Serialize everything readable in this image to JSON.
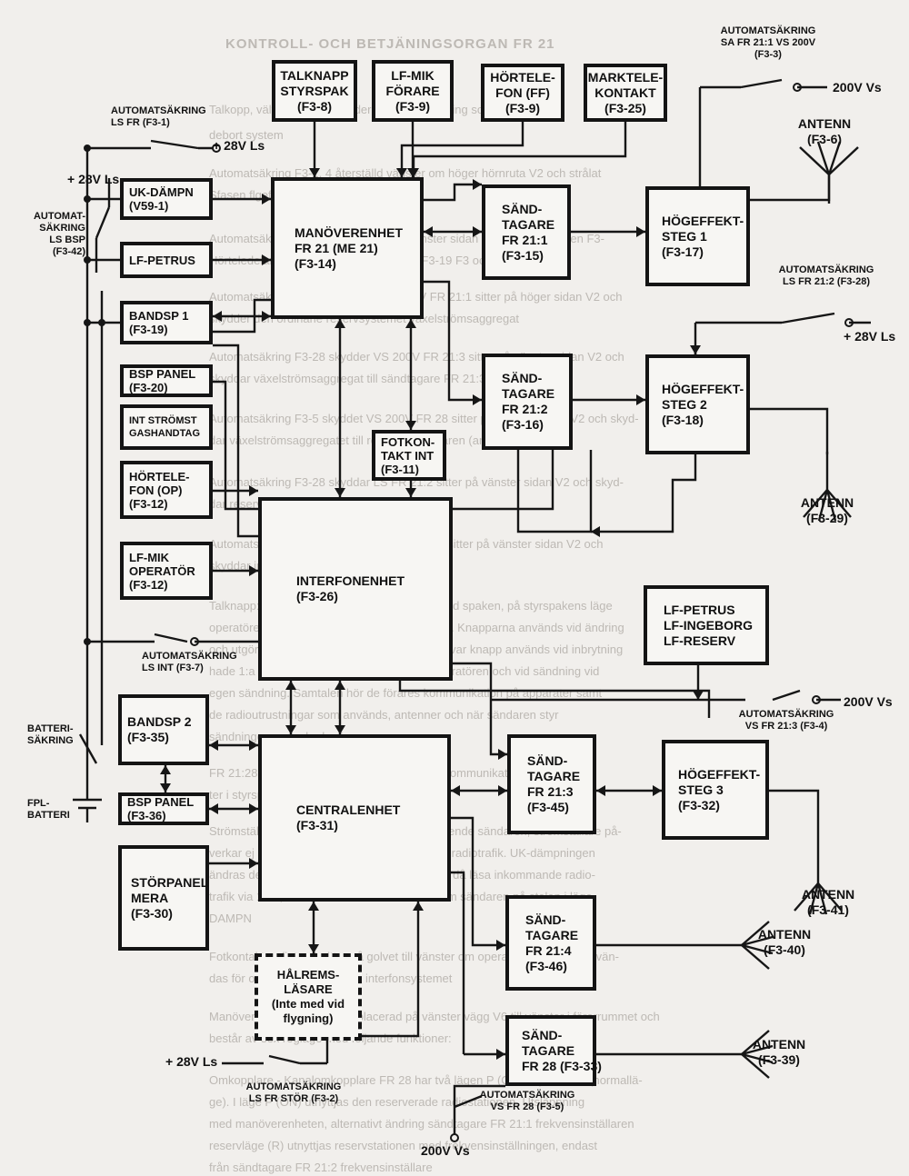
{
  "background_text": [
    "KONTROLL- OCH BETJÄNINGSORGAN FR 21",
    "Talkopp, vältare (ikonlyssbaderspo) och hetjäning som finns på till-",
    "debort system",
    "Automatsäkring F3-1, 4 återställd vänster om höger hörnruta V2 och strålat",
    "Sfasen flgeforskingsnetforst",
    "Automatsäkring F3-2 startar ström på vänster sidan och till kraftpanelen F3-",
    "Hörteledelarens utöver 1 brom V1 längs F3-19 F3 och",
    "Automatsäkring F3-3 skvitter F3 VS 200V FR 21:1 sitter på höger sidan V2 och",
    "skydder den ordinarie reservsystemet växelströmsaggregat",
    "Automatsäkring F3-28 skydder VS 200V FR 21:3 sitter på vänster sidan V2 och",
    "skyddar växelströmsaggregat till sändtagare FR 21:3 (reservfunktion)",
    "Automatsäkring F3-5 skyddet VS 200V FR 28 sitter på vänster sidan V2 och skyd-",
    "dar växelströmsaggregatet till reservsändtagaren (andet 1:3)",
    "Automatsäkring F3-28 skyddar LS FR 21:2 sitter på vänster sidan V2 och skyd-",
    "dar reservsystemet",
    "Automatsäkring F3-7 skyddet LS INTERFON sitter på vänster sidan V2 och",
    "skyddar interfonsystemet och strömställare",
    "Talknapp: Förarens talknapp (SM-knapp) V1 vid spaken, på styrspakens läge",
    "operatörens talknapp sitter på interfonenheten. Knapparna används vid ändring",
    "och utgörs av tryckknappar med åter-fjädring, var knapp används vid inbrytning",
    "hade 1:a långe sändning på vald kanal för operatören och vid sändning vid",
    "egen sändning. Samtalen hör de förares kommunikation på apparater samt",
    "de radioutrustningar som används, antenner och när sändaren styr",
    "sändningen av tankade vissa",
    "FR 21:28 STP Strömställaren används för talkommunikation, talknapp sit-",
    "ter i styrspaken",
    "Strömställaren V väljs för UK-dämpning, fristående sändaren, strömställare på-",
    "verkar ej sändarens. Till dämpar inkommande radiotrafik. UK-dämpningen",
    "ändras de är väljs ifrån fästet. Operatören kan då läsa inkommande radio-",
    "trafik via 12 V, det sändaren från sändaren som sändaren på stolen i läge",
    "DAMPN",
    "Fotkontakten (intern) sitter på golvet till vänster om operatören och kan använ-",
    "das för operatörens kopple in interfonsystemet",
    "Manöverenheten (F3-14) är placerad på vänster vägg V6 till vänster i förarrummet och",
    "består av sex reglage med följande funktioner:",
    "Omkopplare - Kanalomkopplare FR 28 har två lägen P (ON respektive A (normallä-",
    "ge). I läge P (ON) utnyttjas den reserverade radiostationen. Utsläppning",
    "med manöverenheten, alternativt ändring sändtagare FR 21:1 frekvensinställaren",
    "reservläge (R) utnyttjas reservstationen med frekvensinställningen, endast",
    "från sändtagare FR 21:2 frekvensinställare"
  ],
  "blocks": {
    "talknapp": [
      "TALKNAPP",
      "STYRSPAK",
      "(F3-8)"
    ],
    "lfmik_forare": [
      "LF-MIK",
      "FÖRARE",
      "(F3-9)"
    ],
    "hortelefon_ff": [
      "HÖRTELE-",
      "FON (FF)",
      "(F3-9)"
    ],
    "marktelekontakt": [
      "MARKTELE-",
      "KONTAKT",
      "(F3-25)"
    ],
    "uk_dampn": [
      "UK-DÄMPN",
      "(V59-1)"
    ],
    "lf_petrus": [
      "LF-PETRUS"
    ],
    "manoverenhet": [
      "MANÖVERENHET",
      "FR 21 (ME 21)",
      "(F3-14)"
    ],
    "sandtagare_1": [
      "SÄND-",
      "TAGARE",
      "FR 21:1",
      "(F3-15)"
    ],
    "hogeffektsteg_1": [
      "HÖGEFFEKT-",
      "STEG 1",
      "(F3-17)"
    ],
    "bandsp_1": [
      "BANDSP 1",
      "(F3-19)"
    ],
    "bsp_panel_1": [
      "BSP PANEL",
      "(F3-20)"
    ],
    "int_stromst": [
      "INT STRÖMST",
      "GASHANDTAG"
    ],
    "sandtagare_2": [
      "SÄND-",
      "TAGARE",
      "FR 21:2",
      "(F3-16)"
    ],
    "hogeffektsteg_2": [
      "HÖGEFFEKT-",
      "STEG 2",
      "(F3-18)"
    ],
    "fotkontakt": [
      "FOTKON-",
      "TAKT INT",
      "(F3-11)"
    ],
    "hortelefon_op": [
      "HÖRTELE-",
      "FON (OP)",
      "(F3-12)"
    ],
    "lfmik_operator": [
      "LF-MIK",
      "OPERATÖR",
      "(F3-12)"
    ],
    "interfonenhet": [
      "INTERFONENHET",
      "(F3-26)"
    ],
    "lf_petrus_group": [
      "LF-PETRUS",
      "LF-INGEBORG",
      "LF-RESERV"
    ],
    "bandsp_2": [
      "BANDSP 2",
      "(F3-35)"
    ],
    "bsp_panel_2": [
      "BSP PANEL",
      "(F3-36)"
    ],
    "storpanel": [
      "STÖRPANEL",
      "MERA",
      "(F3-30)"
    ],
    "centralenhet": [
      "CENTRALENHET",
      "(F3-31)"
    ],
    "sandtagare_3": [
      "SÄND-",
      "TAGARE",
      "FR 21:3",
      "(F3-45)"
    ],
    "hogeffektsteg_3": [
      "HÖGEFFEKT-",
      "STEG 3",
      "(F3-32)"
    ],
    "sandtagare_4": [
      "SÄND-",
      "TAGARE",
      "FR 21:4",
      "(F3-46)"
    ],
    "halremslasare": [
      "HÅLREMS-",
      "LÄSARE",
      "(Inte med vid",
      "flygning)"
    ],
    "sandtagare_fr28": [
      "SÄND-",
      "TAGARE",
      "FR 28 (F3-33)"
    ]
  },
  "labels": {
    "auto_sa_fr21_1": [
      "AUTOMATSÄKRING",
      "SA FR 21:1 VS 200V",
      "(F3-3)"
    ],
    "v200_top": "200V Vs",
    "antenn_f3_6": [
      "ANTENN",
      "(F3-6)"
    ],
    "auto_ls_fr_f3_1": [
      "AUTOMATSÄKRING",
      "LS FR (F3-1)"
    ],
    "v28_top": "+ 28V Ls",
    "v28_left": "+ 28V Ls",
    "auto_ls_bsp": [
      "AUTOMAT-",
      "SÄKRING",
      "LS BSP",
      "(F3-42)"
    ],
    "auto_ls_fr21_2": [
      "AUTOMATSÄKRING",
      "LS FR 21:2 (F3-28)"
    ],
    "v28_right": "+ 28V Ls",
    "antenn_f3_29": [
      "ANTENN",
      "(F3-29)"
    ],
    "auto_ls_int": [
      "AUTOMATSÄKRING",
      "LS INT (F3-7)"
    ],
    "auto_vs_fr21_3": [
      "AUTOMATSÄKRING",
      "VS FR 21:3 (F3-4)"
    ],
    "v200_mid": "200V Vs",
    "batterisakring": [
      "BATTERI-",
      "SÄKRING"
    ],
    "fpl_batteri": [
      "FPL-",
      "BATTERI"
    ],
    "antenn_f3_41": [
      "ANTENN",
      "(F3-41)"
    ],
    "antenn_f3_40": [
      "ANTENN",
      "(F3-40)"
    ],
    "antenn_f3_39": [
      "ANTENN",
      "(F3-39)"
    ],
    "v28_bottom": "+ 28V Ls",
    "auto_ls_fr_stor": [
      "AUTOMATSÄKRING",
      "LS FR STÖR (F3-2)"
    ],
    "auto_vs_fr28": [
      "AUTOMATSÄKRING",
      "VS FR 28 (F3-5)"
    ],
    "v200_bottom": "200V Vs"
  }
}
